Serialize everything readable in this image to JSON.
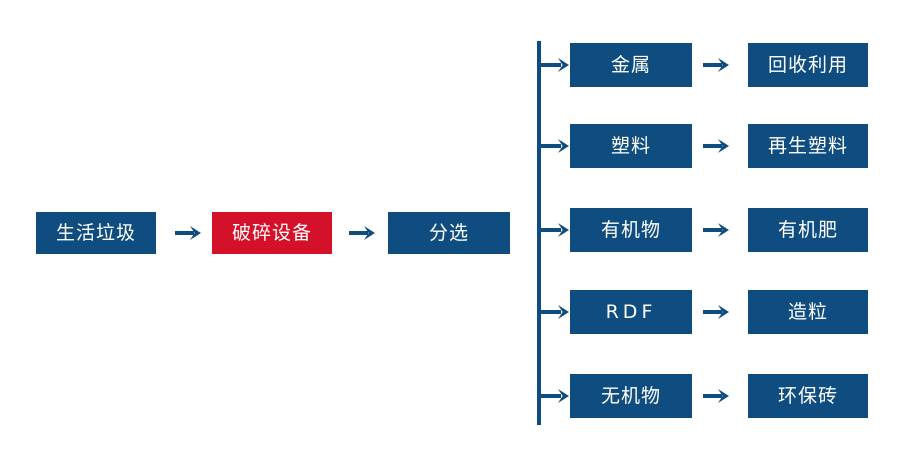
{
  "diagram": {
    "title": "",
    "colors": {
      "node_blue": "#0f4d80",
      "node_red": "#d5112a",
      "arrow": "#0f4d80",
      "text": "#ffffff",
      "background": "#ffffff"
    },
    "main_flow": [
      {
        "label": "生活垃圾",
        "style": "blue"
      },
      {
        "label": "破碎设备",
        "style": "red"
      },
      {
        "label": "分选",
        "style": "blue"
      }
    ],
    "main_arrows": [
      {
        "name": "arrow-waste-to-crusher"
      },
      {
        "name": "arrow-crusher-to-sorting"
      }
    ],
    "branches": [
      {
        "fraction": "金属",
        "product": "回收利用"
      },
      {
        "fraction": "塑料",
        "product": "再生塑料"
      },
      {
        "fraction": "有机物",
        "product": "有机肥"
      },
      {
        "fraction": "RDF",
        "product": "造粒"
      },
      {
        "fraction": "无机物",
        "product": "环保砖"
      }
    ]
  }
}
